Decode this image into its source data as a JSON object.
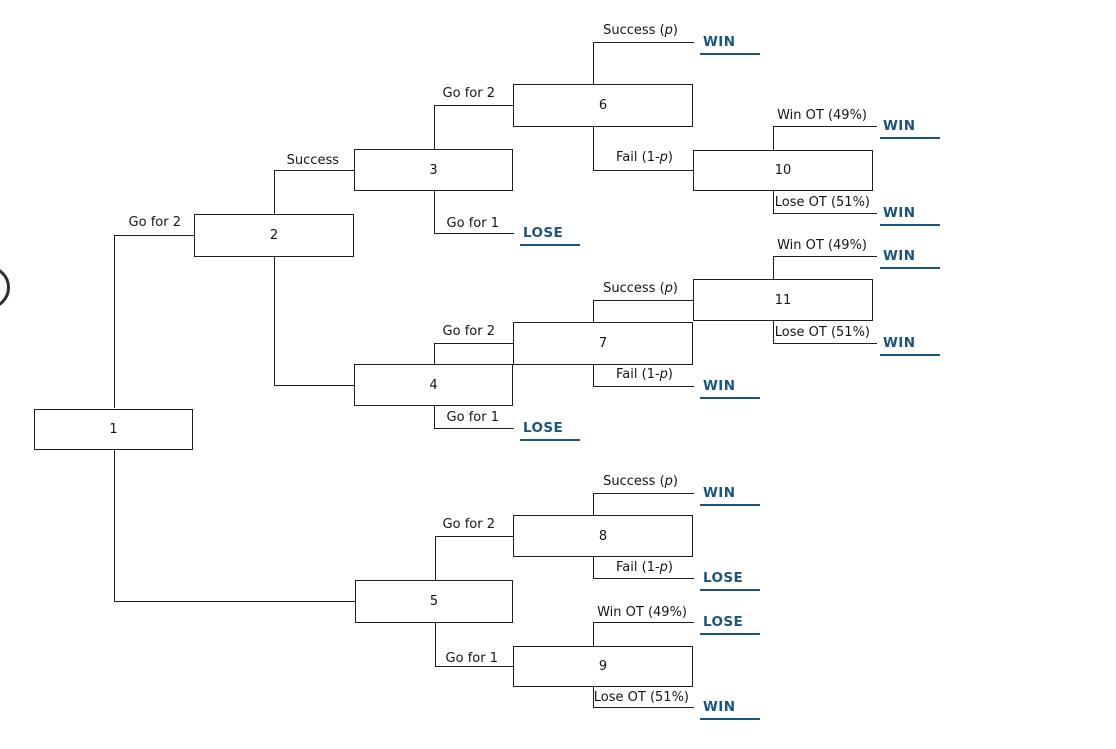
{
  "diagram_type": "decision-tree",
  "colors": {
    "outcome_blue": "#1a5481",
    "line_black": "#1f1f1f",
    "background": "#ffffff"
  },
  "nodes": [
    {
      "id": "1",
      "label": "1"
    },
    {
      "id": "2",
      "label": "2"
    },
    {
      "id": "3",
      "label": "3"
    },
    {
      "id": "4",
      "label": "4"
    },
    {
      "id": "5",
      "label": "5"
    },
    {
      "id": "6",
      "label": "6"
    },
    {
      "id": "7",
      "label": "7"
    },
    {
      "id": "8",
      "label": "8"
    },
    {
      "id": "9",
      "label": "9"
    },
    {
      "id": "10",
      "label": "10"
    },
    {
      "id": "11",
      "label": "11"
    }
  ],
  "edges": [
    {
      "from": "1",
      "to": "2",
      "label": "Go for 2"
    },
    {
      "from": "1",
      "to": "5",
      "label": ""
    },
    {
      "from": "2",
      "to": "3",
      "label": "Success"
    },
    {
      "from": "2",
      "to": "4",
      "label": ""
    },
    {
      "from": "3",
      "to": "6",
      "label": "Go for 2"
    },
    {
      "from": "3",
      "to": "LOSE",
      "label": "Go for 1",
      "outcome": "LOSE"
    },
    {
      "from": "4",
      "to": "7",
      "label": "Go for 2"
    },
    {
      "from": "4",
      "to": "LOSE",
      "label": "Go for 1",
      "outcome": "LOSE"
    },
    {
      "from": "5",
      "to": "8",
      "label": "Go for 2"
    },
    {
      "from": "5",
      "to": "9",
      "label": "Go for 1"
    },
    {
      "from": "6",
      "to": "WIN",
      "label_pre": "Success (",
      "label_var": "p",
      "label_post": ")",
      "outcome": "WIN"
    },
    {
      "from": "6",
      "to": "10",
      "label_pre": "Fail (1-",
      "label_var": "p",
      "label_post": ")"
    },
    {
      "from": "7",
      "to": "11",
      "label_pre": "Success (",
      "label_var": "p",
      "label_post": ")"
    },
    {
      "from": "7",
      "to": "WIN",
      "label_pre": "Fail (1-",
      "label_var": "p",
      "label_post": ")",
      "outcome": "WIN"
    },
    {
      "from": "8",
      "to": "WIN",
      "label_pre": "Success (",
      "label_var": "p",
      "label_post": ")",
      "outcome": "WIN"
    },
    {
      "from": "8",
      "to": "LOSE",
      "label_pre": "Fail (1-",
      "label_var": "p",
      "label_post": ")",
      "outcome": "LOSE"
    },
    {
      "from": "9",
      "to": "LOSE",
      "label": "Win OT (49%)",
      "outcome": "LOSE"
    },
    {
      "from": "9",
      "to": "WIN",
      "label": "Lose OT (51%)",
      "outcome": "WIN"
    },
    {
      "from": "10",
      "to": "WIN",
      "label": "Win OT (49%)",
      "outcome": "WIN"
    },
    {
      "from": "10",
      "to": "WIN",
      "label": "Lose OT (51%)",
      "outcome": "WIN"
    },
    {
      "from": "11",
      "to": "WIN",
      "label": "Win OT (49%)",
      "outcome": "WIN"
    },
    {
      "from": "11",
      "to": "WIN",
      "label": "Lose OT (51%)",
      "outcome": "WIN"
    }
  ]
}
